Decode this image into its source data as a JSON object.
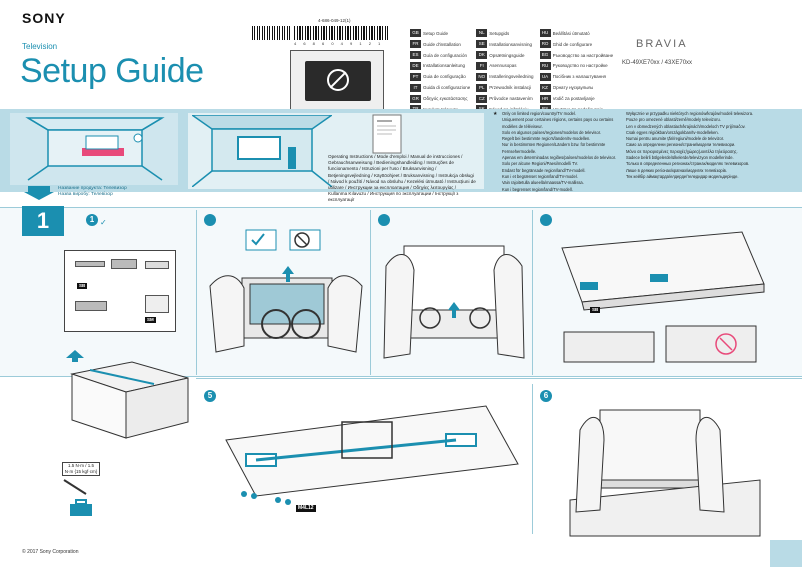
{
  "header": {
    "brand": "SONY",
    "category": "Television",
    "title": "Setup Guide",
    "series": "BRAVIA",
    "models": "KD-49XE70xx / 43XE70xx",
    "doc_number": "4-686-049-12(1)",
    "barcode_digits": "4 6 8 6 0 4 9 1 2 1"
  },
  "languages": [
    {
      "code": "GB",
      "name": "Setup Guide"
    },
    {
      "code": "NL",
      "name": "Setupgids"
    },
    {
      "code": "HU",
      "name": "Beállítási útmutató"
    },
    {
      "code": "FR",
      "name": "Guide d'installation"
    },
    {
      "code": "SE",
      "name": "Installationsanvisning"
    },
    {
      "code": "RO",
      "name": "Ghid de configurare"
    },
    {
      "code": "ES",
      "name": "Guía de configuración"
    },
    {
      "code": "DK",
      "name": "Opsætningsguide"
    },
    {
      "code": "BG",
      "name": "Ръководство за настройване"
    },
    {
      "code": "DE",
      "name": "Installationsanleitung"
    },
    {
      "code": "FI",
      "name": "Asennusopas"
    },
    {
      "code": "RU",
      "name": "Руководство по настройке"
    },
    {
      "code": "PT",
      "name": "Guia de configuração"
    },
    {
      "code": "NO",
      "name": "Installeringsveiledning"
    },
    {
      "code": "UA",
      "name": "Посібник з налаштування"
    },
    {
      "code": "IT",
      "name": "Guida di configurazione"
    },
    {
      "code": "PL",
      "name": "Przewodnik instalacji"
    },
    {
      "code": "KZ",
      "name": "Орнату нұсқаулығы"
    },
    {
      "code": "GR",
      "name": "Οδηγός εγκατάστασης"
    },
    {
      "code": "CZ",
      "name": "Průvodce nastavením"
    },
    {
      "code": "HR",
      "name": "Vodič za postavljanje"
    },
    {
      "code": "TR",
      "name": "Kurulum Kılavuzu"
    },
    {
      "code": "SK",
      "name": "Návod na inštaláciu"
    },
    {
      "code": "RS",
      "name": "Uputstvo za podešavanje"
    }
  ],
  "band": {
    "stand_label_1": "Название продукта: Телевизор",
    "stand_label_2": "Назва виробу: Телевізор",
    "doc_list": "Operating Instructions / Mode d'emploi / Manual de instrucciones / Gebrauchsanweisung / Bedieningshandleiding / Instruções de funcionamento / Istruzioni per l'uso / Bruksanvisning / Betjeningsvejledning / Käyttöohjeet / Bruksanvisning / Instrukcja obsługi / Návod k použití / Návod na obsluhu / Kezelési útmutató / Instrucțiuni de utilizare / Инструкции за експлоатация / Οδηγίες λειτουργίας / Kullanma Kılavuzu / Инструкция по эксплуатации / Інструкції з експлуатації"
  },
  "notes": {
    "col1": [
      "Only on limited region/country/TV model.",
      "Uniquement pour certaines régions, certains pays ou certains modèles de téléviseur.",
      "Solo en algunos países/regiones/modelos de televisor.",
      "Regelt bei bestimmte regio's/landen/tv-modellen.",
      "Nur in bestimmten Regionen/Ländern bzw. für bestimmte Fernsehermodelle.",
      "Apenas em determinadas regiões/países/modelos de televisor.",
      "Solo per alcune Regioni/Paesi/modelli TV.",
      "Endast för begränsade region/land/TV-modell.",
      "Kun i et begrænset region/land/TV-model.",
      "Vain rajoitetulla alueella/maassa/TV-mallissa.",
      "Kun i begrenset region/land/TV-modell."
    ],
    "col2": [
      "Wyłącznie w przypadku niektórych regionów/krajów/modeli telewizora.",
      "Pouze pro omezené oblasti/země/modely televizoru.",
      "Len v obmedzených oblastiach/krajinách/modeloch TV prijímačov.",
      "Csak egyes régiókban/országokban/tv-modelleken.",
      "Numai pentru anumite țări/regiuni/modele de televizor.",
      "Само за определени региони/страни/модели телевизори.",
      "Μόνο σε περιορισμένες περιοχές/χώρες/μοντέλα τηλεόρασης.",
      "Sadece belirli bölgelerde/ülkelerde/televizyon modellerinde.",
      "Только в определенных регионах/странах/моделях телевизоров.",
      "Лише в деяких регіонах/країнах/моделях телевізорів.",
      "Тек кейбір аймақтарда/елдерде/теледидар модельдерінде."
    ]
  },
  "steps": {
    "main": "1",
    "sub1": "1",
    "sub5": "5",
    "sub6": "6"
  },
  "tags": {
    "stand": "SB",
    "manual": "SM",
    "stand2": "SB",
    "screw": "M4L12",
    "torque": "1.5 N·m / 1.5 N·m {15 kgf·cm}"
  },
  "footer": {
    "copyright": "© 2017 Sony Corporation"
  },
  "colors": {
    "accent": "#1b8fb0",
    "band": "#b9dbe6"
  }
}
